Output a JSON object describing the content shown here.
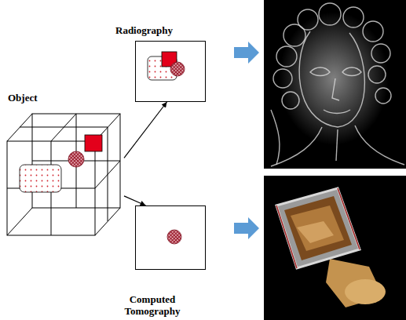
{
  "diagram": {
    "nodes": [
      {
        "text": [
          "Object"
        ]
      },
      {
        "text": [
          "Radiography"
        ]
      },
      {
        "text": [
          "Computed Tomography"
        ]
      }
    ],
    "edges": [
      {
        "from": 0,
        "to": 1,
        "arrow": "to"
      },
      {
        "from": 0,
        "to": 2,
        "arrow": "to"
      }
    ]
  }
}
